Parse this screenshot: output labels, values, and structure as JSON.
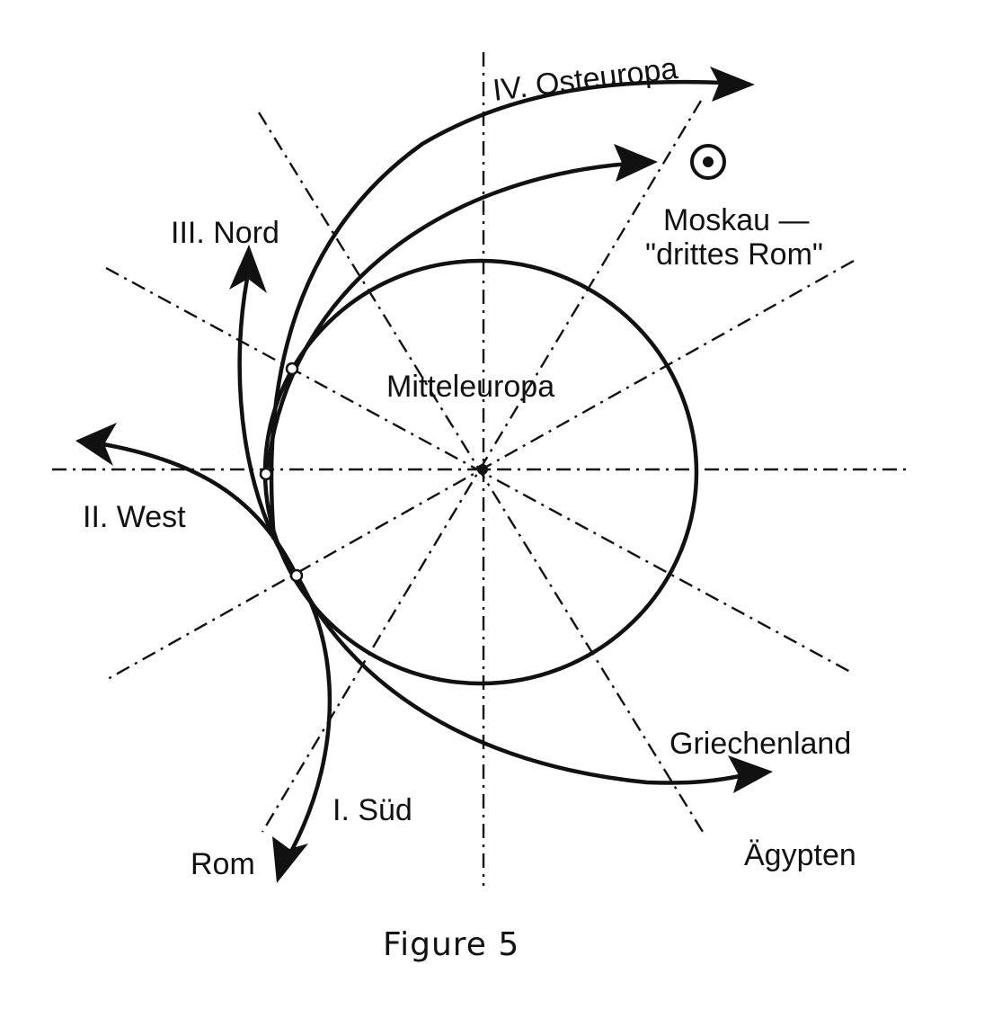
{
  "diagram": {
    "center_label": "Mitteleuropa",
    "labels": {
      "osteuropa": "IV. Osteuropa",
      "nord": "III. Nord",
      "west": "II. West",
      "sued": "I. Süd",
      "rom": "Rom",
      "griechenland": "Griechenland",
      "aegypten": "Ägypten",
      "moskau_line1": "Moskau —",
      "moskau_line2": "\"drittes Rom\""
    },
    "moscow_symbol": "circled-dot-icon",
    "line_color": "#111111"
  },
  "caption": "Figure 5"
}
